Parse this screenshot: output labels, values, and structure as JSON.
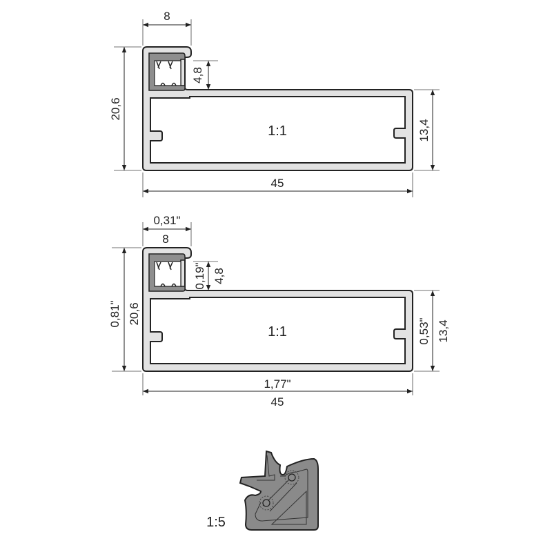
{
  "metric_view": {
    "scale": "1:1",
    "width_top": "8",
    "height_total": "20,6",
    "channel_height": "4,8",
    "height_body": "13,4",
    "width_total": "45"
  },
  "dual_view": {
    "scale": "1:1",
    "width_top_mm": "8",
    "width_top_in": "0,31\"",
    "height_total_mm": "20,6",
    "height_total_in": "0,81\"",
    "channel_height_mm": "4,8",
    "channel_height_in": "0,19\"",
    "height_body_mm": "13,4",
    "height_body_in": "0,53\"",
    "width_total_mm": "45",
    "width_total_in": "1,77\""
  },
  "corner_view": {
    "scale": "1:5"
  },
  "colors": {
    "profile_fill": "#e2e2e2",
    "insert_fill": "#8e8e8e",
    "corner_fill": "#8a8a8a",
    "line": "#222222"
  }
}
